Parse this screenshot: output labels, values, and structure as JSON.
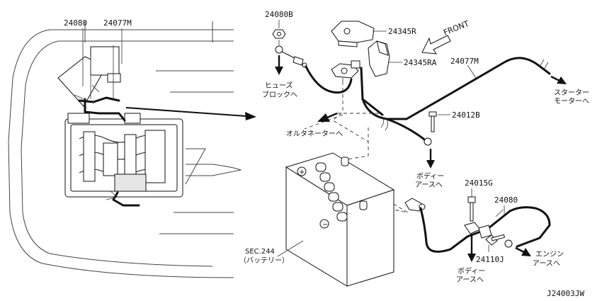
{
  "parts": {
    "p24080_left": "24080",
    "p24077M_left": "24077M",
    "p24080B": "24080B",
    "p24345R": "24345R",
    "p24345RA": "24345RA",
    "p24077M": "24077M",
    "p24012B": "24012B",
    "p24015G": "24015G",
    "p24080": "24080",
    "p24110J": "24110J"
  },
  "directions": {
    "front": "FRONT",
    "fuse_block": [
      "ヒューズ",
      "ブロックへ"
    ],
    "alternator": "オルタネーターへ",
    "starter": [
      "スターター",
      "モーターへ"
    ],
    "body_earth_1": [
      "ボディー",
      "アースへ"
    ],
    "body_earth_2": [
      "ボディー",
      "アースへ"
    ],
    "engine_earth": [
      "エンジン",
      "アースへ"
    ]
  },
  "battery": {
    "section": "SEC.244",
    "name": "（バッテリー）"
  },
  "figure_code": "J24003JW"
}
